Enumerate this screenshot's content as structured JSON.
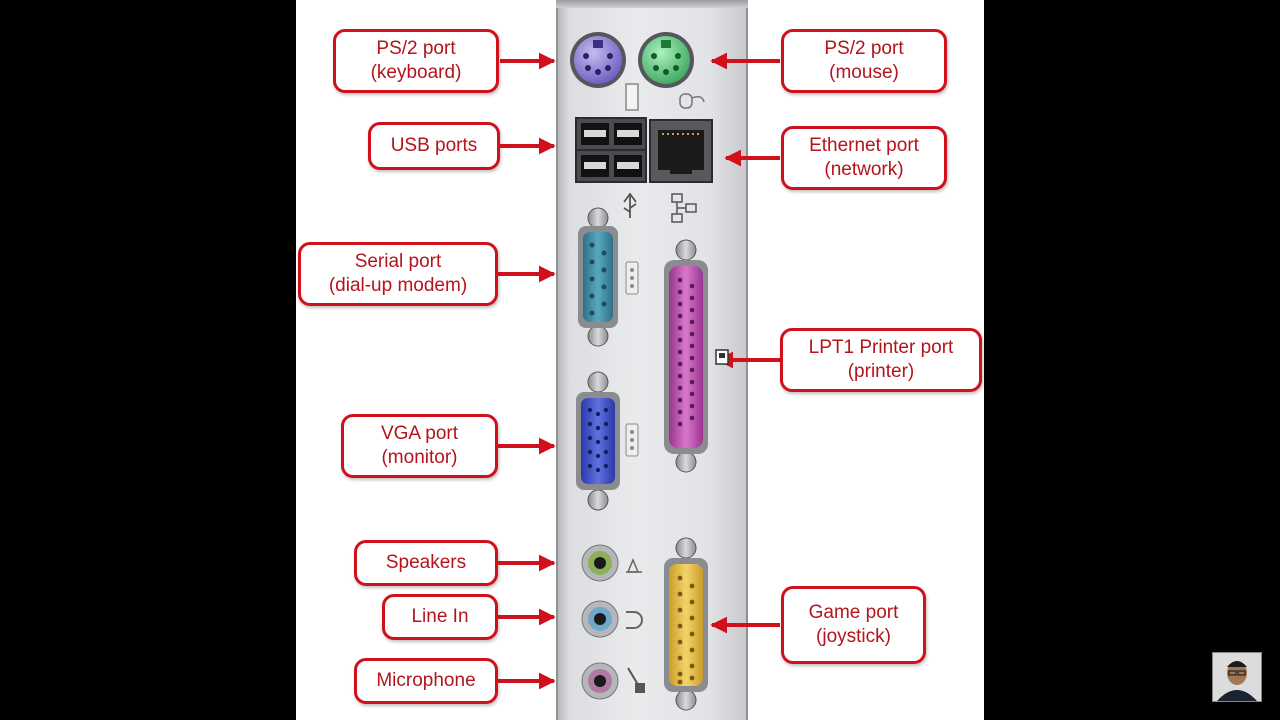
{
  "labels": [
    {
      "id": "ps2-keyboard",
      "lines": [
        "PS/2 port",
        "(keyboard)"
      ]
    },
    {
      "id": "ps2-mouse",
      "lines": [
        "PS/2 port",
        "(mouse)"
      ]
    },
    {
      "id": "usb",
      "lines": [
        "USB ports"
      ]
    },
    {
      "id": "ethernet",
      "lines": [
        "Ethernet port",
        "(network)"
      ]
    },
    {
      "id": "serial",
      "lines": [
        "Serial port",
        "(dial-up modem)"
      ]
    },
    {
      "id": "lpt1",
      "lines": [
        "LPT1 Printer port",
        "(printer)"
      ]
    },
    {
      "id": "vga",
      "lines": [
        "VGA port",
        "(monitor)"
      ]
    },
    {
      "id": "speakers",
      "lines": [
        "Speakers"
      ]
    },
    {
      "id": "line-in",
      "lines": [
        "Line In"
      ]
    },
    {
      "id": "game",
      "lines": [
        "Game port",
        "(joystick)"
      ]
    },
    {
      "id": "microphone",
      "lines": [
        "Microphone"
      ]
    }
  ],
  "colors": {
    "label_border": "#d0101a",
    "label_text": "#b4141c",
    "ps2_keyboard": "#8f82d8",
    "ps2_mouse": "#5fcf7e",
    "serial": "#3d8fa6",
    "vga": "#3b4fc4",
    "lpt1": "#c050b8",
    "game": "#e8c24a",
    "speakers": "#8fb05a",
    "line_in": "#6fa8c8",
    "microphone": "#b07aa0"
  },
  "icons": [
    "keyboard-icon",
    "mouse-icon",
    "usb-icon",
    "network-icon",
    "serial-icon",
    "vga-icon",
    "printer-icon",
    "speaker-icon",
    "line-in-icon",
    "microphone-icon"
  ]
}
